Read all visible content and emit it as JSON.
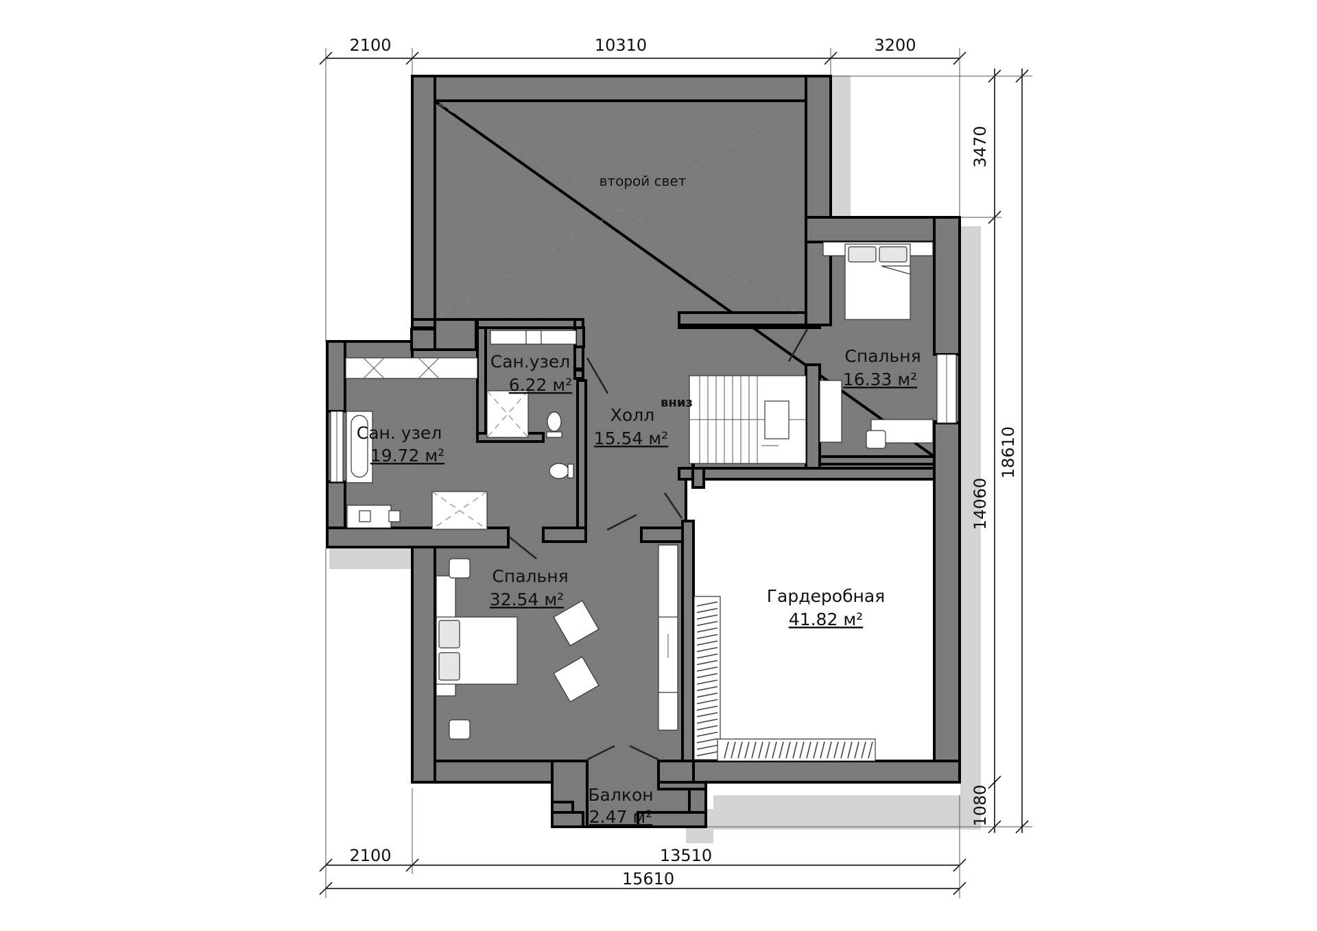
{
  "dimensions": {
    "top": [
      "2100",
      "10310",
      "3200"
    ],
    "bottom_row1": [
      "2100",
      "13510"
    ],
    "bottom_total": "15610",
    "right_inner": [
      "3470",
      "14060",
      "1080"
    ],
    "right_total": "18610"
  },
  "labels": {
    "second_light": "второй свет",
    "stairs_down": "вниз"
  },
  "rooms": [
    {
      "name": "Сан.узел",
      "area": "6.22 м²"
    },
    {
      "name": "Сан. узел",
      "area": "19.72 м²"
    },
    {
      "name": "Холл",
      "area": "15.54 м²"
    },
    {
      "name": "Спальня",
      "area": "16.33 м²"
    },
    {
      "name": "Спальня",
      "area": "32.54 м²"
    },
    {
      "name": "Гардеробная",
      "area": "41.82 м²"
    },
    {
      "name": "Балкон",
      "area": "2.47 м²"
    }
  ],
  "colors": {
    "wall": "#7b7b7b",
    "shadow": "#d4d4d4",
    "outline": "#000000"
  }
}
